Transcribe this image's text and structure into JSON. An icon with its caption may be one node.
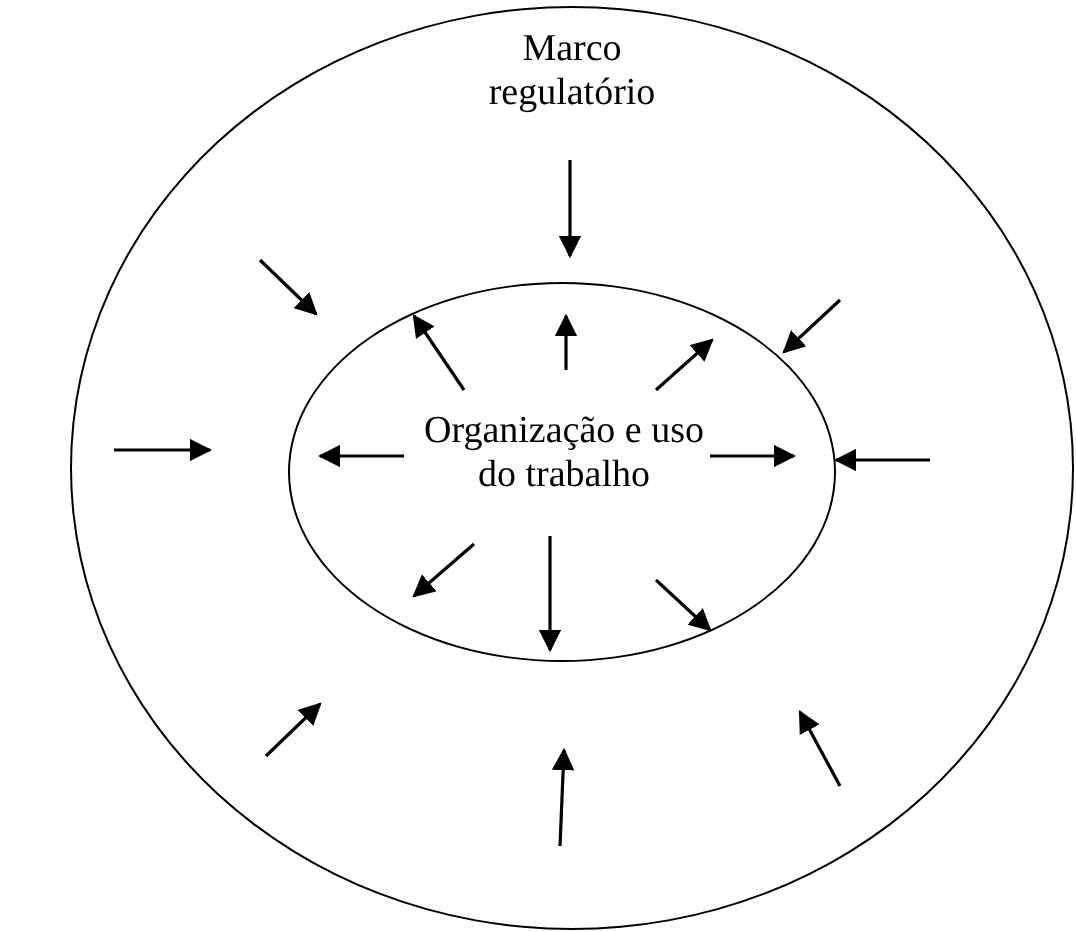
{
  "diagram": {
    "nodes": [
      {
        "text": [
          "Marco regulatório"
        ]
      },
      {
        "text": [
          "Organização e uso do trabalho"
        ],
        "in": 0
      }
    ]
  }
}
